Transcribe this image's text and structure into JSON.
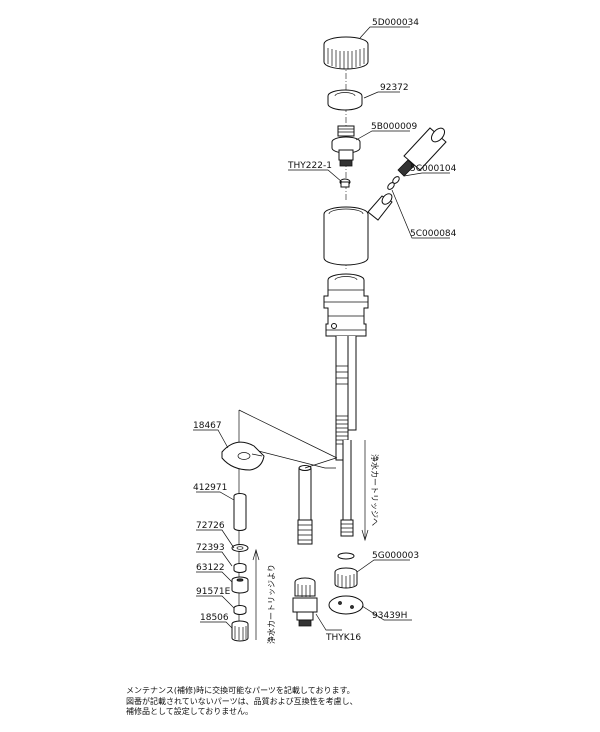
{
  "labels": {
    "p1": "5D000034",
    "p2": "92372",
    "p3": "5B000009",
    "p4": "THY222-1",
    "p5": "5C000104",
    "p6": "5C000084",
    "p7": "18467",
    "p8": "412971",
    "p9": "72726",
    "p10": "72393",
    "p11": "63122",
    "p12": "91571E",
    "p13": "18506",
    "p14": "5G000003",
    "p15": "THYK16",
    "p16": "93439H"
  },
  "flow": {
    "to_cartridge": "浄水カートリッジへ",
    "from_cartridge": "浄水カートリッジより"
  },
  "notes": [
    "メンテナンス(補修)時に交換可能なパーツを記載しております。",
    "図番が記載されていないパーツは、品質および互換性を考慮し、",
    "補修品として設定しておりません。"
  ]
}
